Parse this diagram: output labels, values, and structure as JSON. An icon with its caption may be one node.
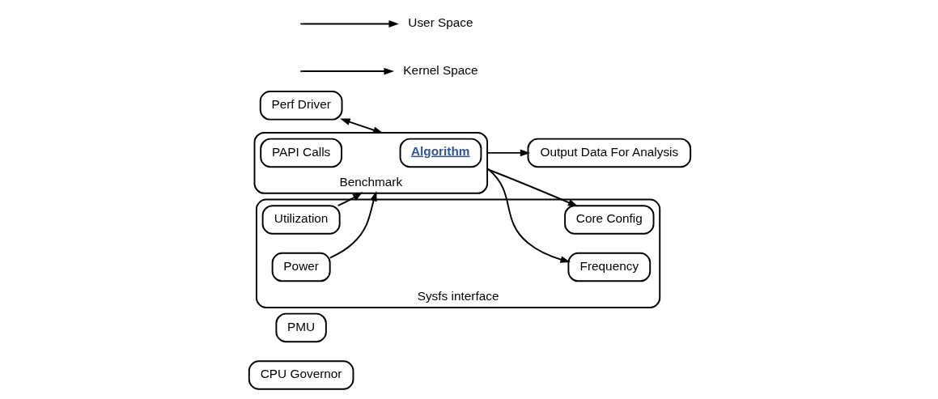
{
  "diagram": {
    "nodes": [
      {
        "text": [
          "CPU Governor"
        ]
      },
      {
        "text": [
          "PMU"
        ]
      },
      {
        "text": [
          "Perf Driver"
        ]
      },
      {
        "text": [
          "Sysfs interface"
        ]
      },
      {
        "text": [
          "Core Config"
        ],
        "in": 3
      },
      {
        "text": [
          "Frequency"
        ],
        "in": 3
      },
      {
        "text": [
          "Utilization"
        ],
        "in": 3
      },
      {
        "text": [
          "Power"
        ],
        "in": 3
      },
      {
        "text": [
          "Benchmark"
        ]
      },
      {
        "text": [
          "Algorithm"
        ],
        "in": 8
      },
      {
        "text": [
          "PAPI Calls"
        ],
        "in": 8
      },
      {
        "text": [
          "Output Data For Analysis"
        ]
      },
      {
        "text": [
          "Kernel Space"
        ]
      },
      {
        "text": [
          "User Space"
        ]
      }
    ],
    "edges": [
      {
        "from": 8,
        "to": 4,
        "arrow": "to"
      },
      {
        "from": 8,
        "to": 5,
        "arrow": "to"
      },
      {
        "from": 6,
        "to": 8,
        "arrow": "to"
      },
      {
        "from": 7,
        "to": 8,
        "arrow": "to"
      },
      {
        "from": 8,
        "to": 11,
        "arrow": "to"
      },
      {
        "from": 2,
        "to": 8,
        "arrow": "both"
      },
      {
        "from": null,
        "to": 12,
        "arrow": "to"
      },
      {
        "from": null,
        "to": 13,
        "arrow": "to"
      }
    ]
  }
}
